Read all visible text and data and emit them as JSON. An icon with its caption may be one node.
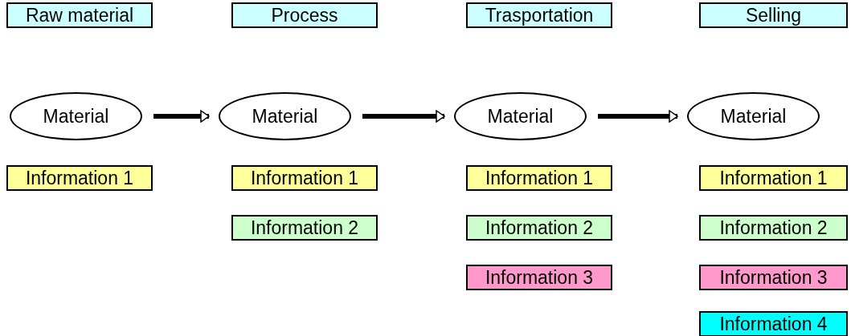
{
  "diagram": {
    "nodes": [
      {
        "text": [
          "Raw material"
        ]
      },
      {
        "text": [
          "Process"
        ]
      },
      {
        "text": [
          "Trasportation"
        ]
      },
      {
        "text": [
          "Selling"
        ]
      },
      {
        "text": [
          "Material"
        ]
      },
      {
        "text": [
          "Material"
        ]
      },
      {
        "text": [
          "Material"
        ]
      },
      {
        "text": [
          "Material"
        ]
      },
      {
        "text": [
          "Information 1"
        ]
      },
      {
        "text": [
          "Information 1"
        ]
      },
      {
        "text": [
          "Information 1"
        ]
      },
      {
        "text": [
          "Information 1"
        ]
      },
      {
        "text": [
          "Information 2"
        ]
      },
      {
        "text": [
          "Information 2"
        ]
      },
      {
        "text": [
          "Information 2"
        ]
      },
      {
        "text": [
          "Information 3"
        ]
      },
      {
        "text": [
          "Information 3"
        ]
      },
      {
        "text": [
          "Information 4"
        ]
      }
    ],
    "edges": [
      {
        "from": 4,
        "to": 5,
        "arrow": "to"
      },
      {
        "from": 5,
        "to": 6,
        "arrow": "to"
      },
      {
        "from": 6,
        "to": 7,
        "arrow": "to"
      }
    ]
  }
}
